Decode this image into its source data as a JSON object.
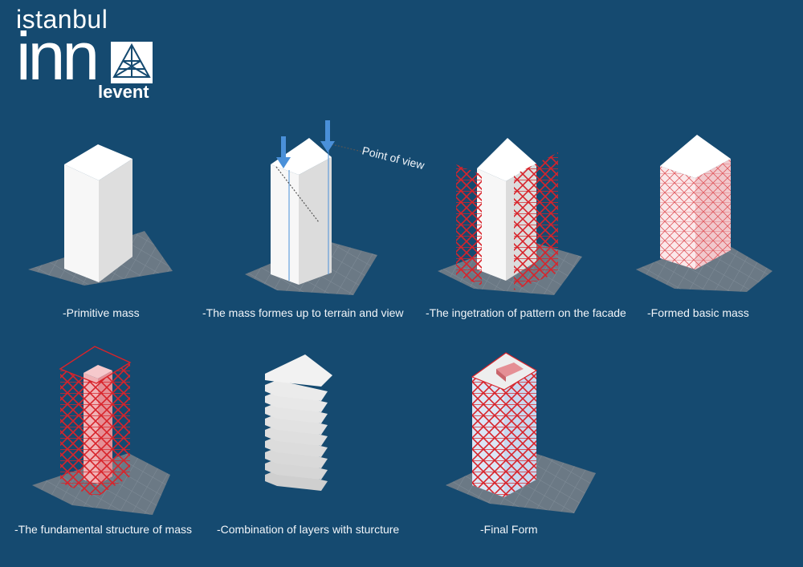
{
  "logo": {
    "line1": "istanbul",
    "line2": "inn",
    "line3": "levent"
  },
  "annotation": {
    "point_of_view": "Point of view"
  },
  "steps": [
    {
      "caption": "-Primitive mass"
    },
    {
      "caption": "-The mass formes up to terrain and view"
    },
    {
      "caption": "-The ingetration of pattern on the facade"
    },
    {
      "caption": "-Formed basic mass"
    },
    {
      "caption": "-The fundamental structure of mass"
    },
    {
      "caption": "-Combination of layers with sturcture"
    },
    {
      "caption": "-Final Form"
    }
  ],
  "colors": {
    "background": "#154a70",
    "structure": "#d8232a",
    "arrow": "#4a90d9",
    "terrain": "#6b7985"
  }
}
